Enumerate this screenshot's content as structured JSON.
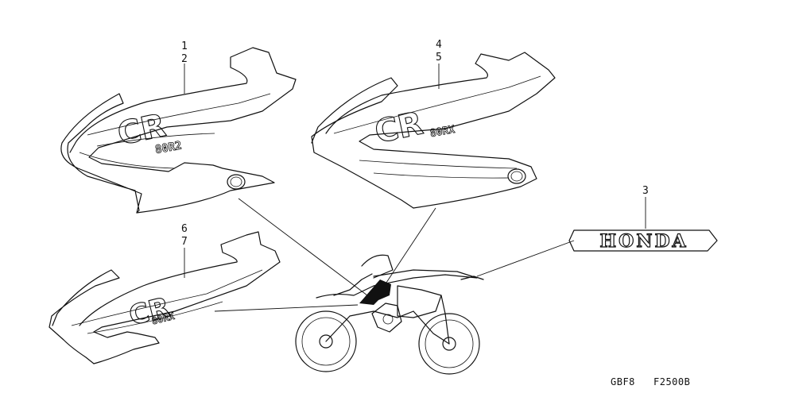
{
  "callouts": {
    "c1": "1",
    "c2": "2",
    "c3": "3",
    "c4": "4",
    "c5": "5",
    "c6": "6",
    "c7": "7"
  },
  "decals": {
    "logo_left": "CR",
    "model_left": "80R2",
    "logo_right": "CR",
    "model_right": "80RX",
    "logo_bottom": "CR",
    "model_bottom": "80RX",
    "brand_emblem": "HONDA"
  },
  "footer": {
    "model_code": "GBF8",
    "figure_code": "F2500B"
  }
}
